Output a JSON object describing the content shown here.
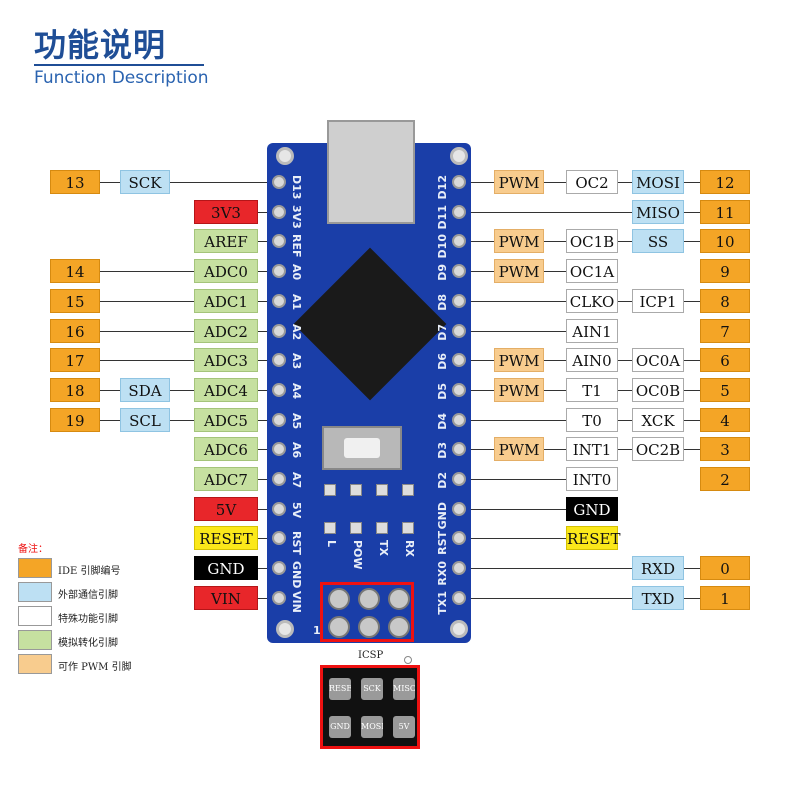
{
  "header": {
    "title": "功能说明",
    "subtitle": "Function Description"
  },
  "board": {
    "left_pins": [
      "D13",
      "3V3",
      "REF",
      "A0",
      "A1",
      "A2",
      "A3",
      "A4",
      "A5",
      "A6",
      "A7",
      "5V",
      "RST",
      "GND",
      "VIN"
    ],
    "right_pins": [
      "D12",
      "D11",
      "D10",
      "D9",
      "D8",
      "D7",
      "D6",
      "D5",
      "D4",
      "D3",
      "D2",
      "GND",
      "RST",
      "RX0",
      "TX1"
    ],
    "leds": [
      "L",
      "POW",
      "TX",
      "RX"
    ]
  },
  "left": {
    "numbers": [
      {
        "row": 0,
        "text": "13"
      },
      {
        "row": 3,
        "text": "14"
      },
      {
        "row": 4,
        "text": "15"
      },
      {
        "row": 5,
        "text": "16"
      },
      {
        "row": 6,
        "text": "17"
      },
      {
        "row": 7,
        "text": "18"
      },
      {
        "row": 8,
        "text": "19"
      }
    ],
    "comm": [
      {
        "row": 0,
        "text": "SCK"
      },
      {
        "row": 7,
        "text": "SDA"
      },
      {
        "row": 8,
        "text": "SCL"
      }
    ],
    "func": [
      {
        "row": 1,
        "text": "3V3",
        "kind": "pwr"
      },
      {
        "row": 2,
        "text": "AREF",
        "kind": "analog"
      },
      {
        "row": 3,
        "text": "ADC0",
        "kind": "analog"
      },
      {
        "row": 4,
        "text": "ADC1",
        "kind": "analog"
      },
      {
        "row": 5,
        "text": "ADC2",
        "kind": "analog"
      },
      {
        "row": 6,
        "text": "ADC3",
        "kind": "analog"
      },
      {
        "row": 7,
        "text": "ADC4",
        "kind": "analog"
      },
      {
        "row": 8,
        "text": "ADC5",
        "kind": "analog"
      },
      {
        "row": 9,
        "text": "ADC6",
        "kind": "analog"
      },
      {
        "row": 10,
        "text": "ADC7",
        "kind": "analog"
      },
      {
        "row": 11,
        "text": "5V",
        "kind": "pwr"
      },
      {
        "row": 12,
        "text": "RESET",
        "kind": "rst"
      },
      {
        "row": 13,
        "text": "GND",
        "kind": "gnd"
      },
      {
        "row": 14,
        "text": "VIN",
        "kind": "pwr"
      }
    ]
  },
  "right": {
    "pwm": [
      {
        "row": 0,
        "text": "PWM"
      },
      {
        "row": 2,
        "text": "PWM"
      },
      {
        "row": 3,
        "text": "PWM"
      },
      {
        "row": 6,
        "text": "PWM"
      },
      {
        "row": 7,
        "text": "PWM"
      },
      {
        "row": 9,
        "text": "PWM"
      }
    ],
    "func": [
      {
        "row": 0,
        "text": "OC2",
        "kind": "spec"
      },
      {
        "row": 2,
        "text": "OC1B",
        "kind": "spec"
      },
      {
        "row": 3,
        "text": "OC1A",
        "kind": "spec"
      },
      {
        "row": 4,
        "text": "CLKO",
        "kind": "spec"
      },
      {
        "row": 5,
        "text": "AIN1",
        "kind": "spec"
      },
      {
        "row": 6,
        "text": "AIN0",
        "kind": "spec"
      },
      {
        "row": 7,
        "text": "T1",
        "kind": "spec"
      },
      {
        "row": 8,
        "text": "T0",
        "kind": "spec"
      },
      {
        "row": 9,
        "text": "INT1",
        "kind": "spec"
      },
      {
        "row": 10,
        "text": "INT0",
        "kind": "spec"
      },
      {
        "row": 11,
        "text": "GND",
        "kind": "gnd"
      },
      {
        "row": 12,
        "text": "RESET",
        "kind": "rst"
      }
    ],
    "extra": [
      {
        "row": 0,
        "text": "MOSI",
        "kind": "comm"
      },
      {
        "row": 1,
        "text": "MISO",
        "kind": "comm"
      },
      {
        "row": 2,
        "text": "SS",
        "kind": "comm"
      },
      {
        "row": 4,
        "text": "ICP1",
        "kind": "spec"
      },
      {
        "row": 6,
        "text": "OC0A",
        "kind": "spec"
      },
      {
        "row": 7,
        "text": "OC0B",
        "kind": "spec"
      },
      {
        "row": 8,
        "text": "XCK",
        "kind": "spec"
      },
      {
        "row": 9,
        "text": "OC2B",
        "kind": "spec"
      },
      {
        "row": 13,
        "text": "RXD",
        "kind": "comm"
      },
      {
        "row": 14,
        "text": "TXD",
        "kind": "comm"
      }
    ],
    "numbers": [
      {
        "row": 0,
        "text": "12"
      },
      {
        "row": 1,
        "text": "11"
      },
      {
        "row": 2,
        "text": "10"
      },
      {
        "row": 3,
        "text": "9"
      },
      {
        "row": 4,
        "text": "8"
      },
      {
        "row": 5,
        "text": "7"
      },
      {
        "row": 6,
        "text": "6"
      },
      {
        "row": 7,
        "text": "5"
      },
      {
        "row": 8,
        "text": "4"
      },
      {
        "row": 9,
        "text": "3"
      },
      {
        "row": 10,
        "text": "2"
      },
      {
        "row": 13,
        "text": "0"
      },
      {
        "row": 14,
        "text": "1"
      }
    ]
  },
  "legend": {
    "title": "备注：",
    "items": [
      {
        "text": "IDE 引脚编号",
        "color": "#f4a526"
      },
      {
        "text": "外部通信引脚",
        "color": "#bde0f3"
      },
      {
        "text": "特殊功能引脚",
        "color": "#ffffff"
      },
      {
        "text": "模拟转化引脚",
        "color": "#c6e0a0"
      },
      {
        "text": "可作 PWM 引脚",
        "color": "#f8cc8e"
      }
    ]
  },
  "icsp": {
    "label": "ICSP",
    "pins": [
      "RESET",
      "SCK",
      "MISO",
      "GND",
      "MOSI",
      "5V"
    ],
    "pin1_label": "1"
  }
}
